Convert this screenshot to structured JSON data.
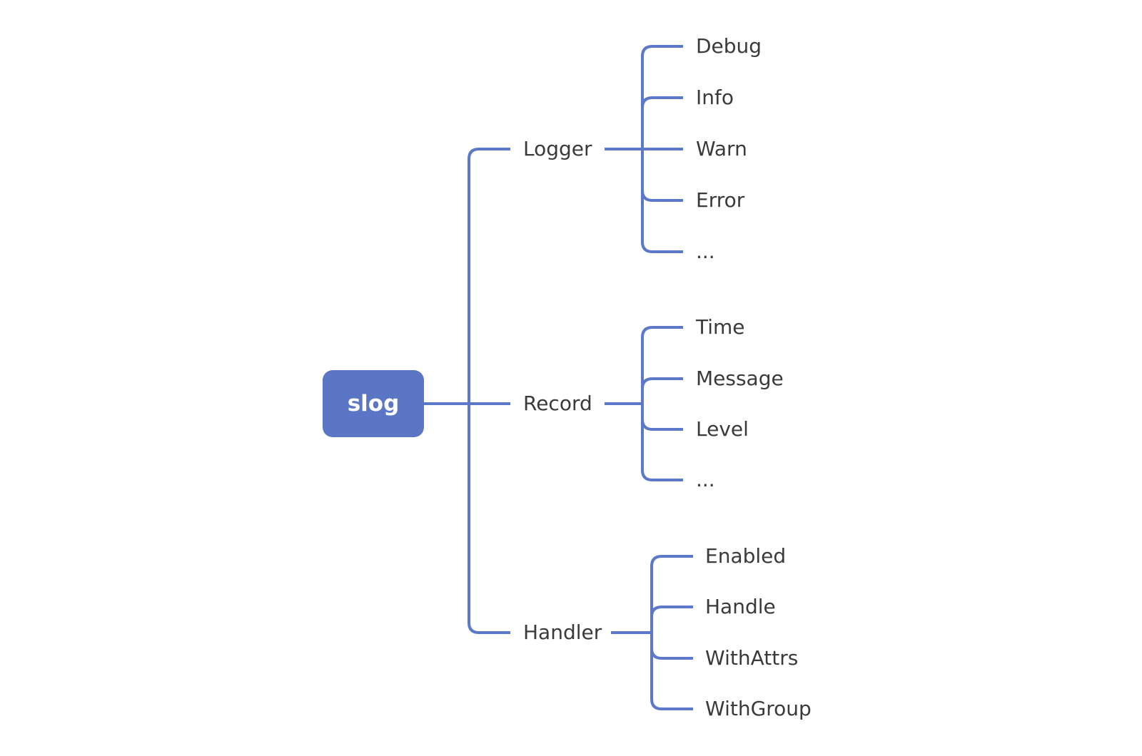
{
  "root": {
    "label": "slog"
  },
  "branches": [
    {
      "label": "Logger",
      "children": [
        "Debug",
        "Info",
        "Warn",
        "Error",
        "..."
      ]
    },
    {
      "label": "Record",
      "children": [
        "Time",
        "Message",
        "Level",
        "..."
      ]
    },
    {
      "label": "Handler",
      "children": [
        "Enabled",
        "Handle",
        "WithAttrs",
        "WithGroup"
      ]
    }
  ],
  "colors": {
    "connector": "#5b79c8",
    "root_fill": "#5b76c4",
    "root_text": "#ffffff",
    "label_text": "#3a3a3a",
    "background": "#ffffff"
  }
}
